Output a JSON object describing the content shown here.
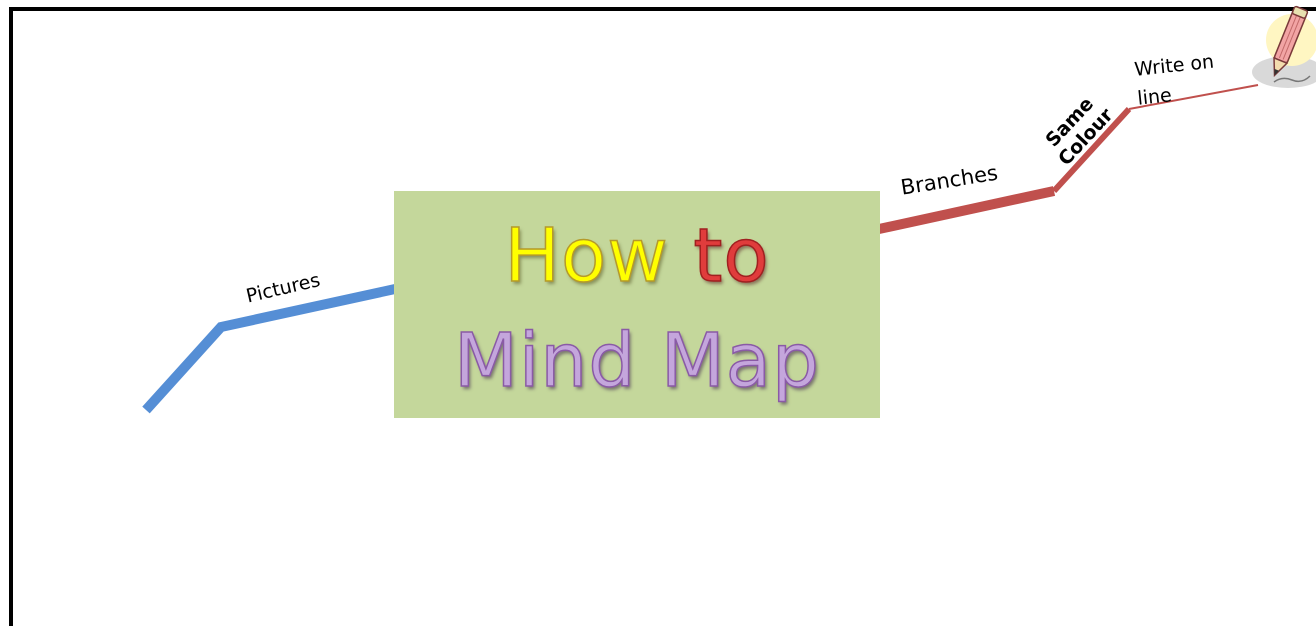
{
  "title": {
    "word1": "How",
    "word2": "to",
    "line2": "Mind Map"
  },
  "branches": {
    "left": {
      "label": "Pictures",
      "color": "#558ed5"
    },
    "right": {
      "label": "Branches",
      "color": "#c0504d"
    },
    "sub1": {
      "label_line1": "Same",
      "label_line2": "Colour",
      "color": "#c0504d"
    },
    "sub2": {
      "label_line1": "Write on",
      "label_line2": "line",
      "color": "#c0504d"
    }
  },
  "center_box_color": "#c4d79b",
  "icons": {
    "corner": "pencil-icon"
  }
}
